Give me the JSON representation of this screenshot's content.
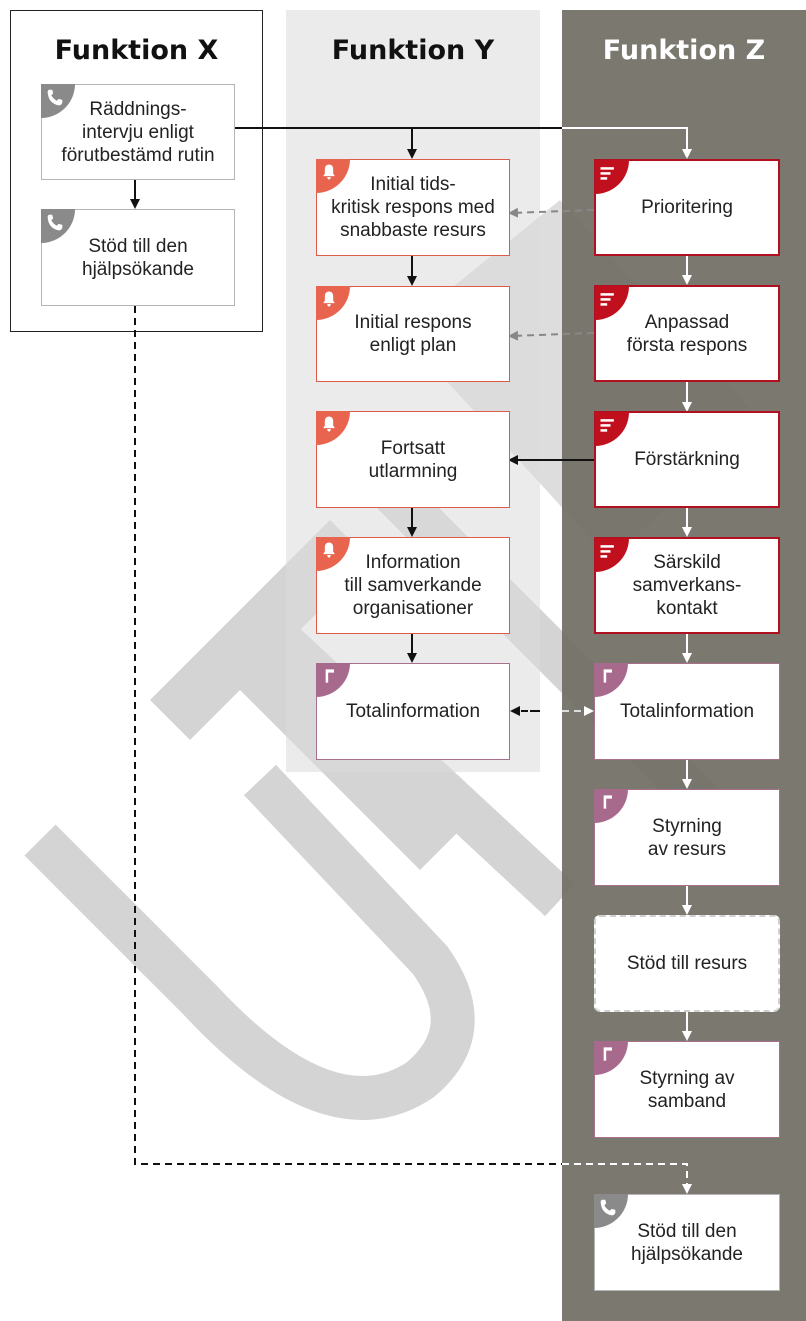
{
  "colors": {
    "gray_tab": "#8a8a8a",
    "red_tab": "#e8644f",
    "dark_red_tab": "#c0101e",
    "purple_tab": "#a86a8c",
    "lane_z": "#6f6d63"
  },
  "lanes": {
    "x": {
      "title": "Funktion X"
    },
    "y": {
      "title": "Funktion Y"
    },
    "z": {
      "title": "Funktion Z"
    }
  },
  "boxes": {
    "x_raddningsintervju": {
      "label": "Räddnings-\nintervju enligt\nförutbestämd rutin",
      "icon": "phone-icon"
    },
    "x_stod": {
      "label": "Stöd till den\nhjälpsökande",
      "icon": "phone-icon"
    },
    "y_initial_tidskritisk": {
      "label": "Initial tids-\nkritisk respons med\nsnabbaste resurs",
      "icon": "bell-icon"
    },
    "y_initial_respons": {
      "label": "Initial respons\nenligt plan",
      "icon": "bell-icon"
    },
    "y_fortsatt": {
      "label": "Fortsatt\nutlarmning",
      "icon": "bell-icon"
    },
    "y_information": {
      "label": "Information\ntill samverkande\norganisationer",
      "icon": "bell-icon"
    },
    "y_totalinformation": {
      "label": "Totalinformation",
      "icon": "radio-icon"
    },
    "z_prioritering": {
      "label": "Prioritering",
      "icon": "list-icon"
    },
    "z_anpassad": {
      "label": "Anpassad\nförsta respons",
      "icon": "list-icon"
    },
    "z_forstarkning": {
      "label": "Förstärkning",
      "icon": "list-icon"
    },
    "z_sarskild": {
      "label": "Särskild\nsamverkans-\nkontakt",
      "icon": "list-icon"
    },
    "z_totalinformation": {
      "label": "Totalinformation",
      "icon": "radio-icon"
    },
    "z_styrning_resurs": {
      "label": "Styrning\nav resurs",
      "icon": "radio-icon"
    },
    "z_stod_resurs": {
      "label": "Stöd till resurs"
    },
    "z_styrning_samband": {
      "label": "Styrning av\nsamband",
      "icon": "radio-icon"
    },
    "z_stod_hjalpsokande": {
      "label": "Stöd till den\nhjälpsökande",
      "icon": "phone-icon"
    }
  }
}
